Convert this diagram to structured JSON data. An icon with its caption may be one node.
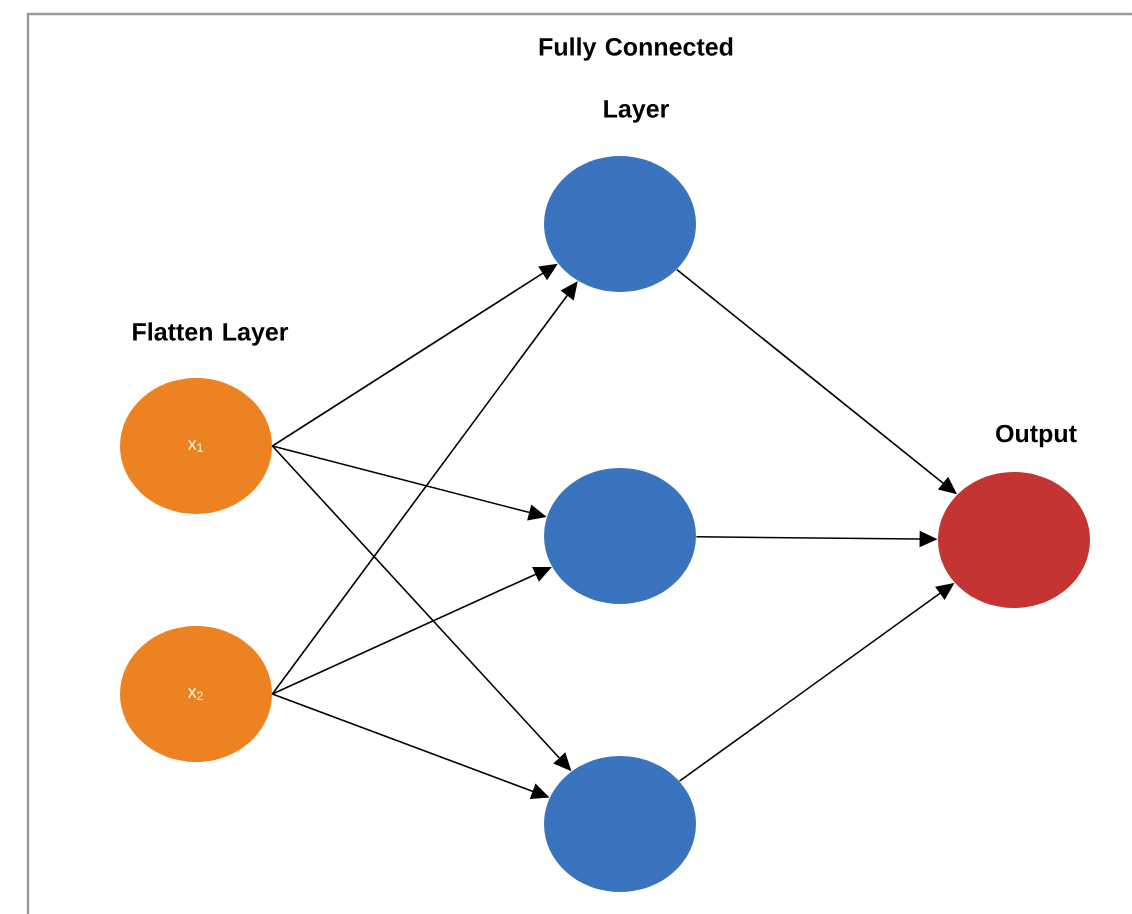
{
  "diagram": {
    "nodes": [
      {
        "text": [
          "x$_{1}$"
        ]
      },
      {
        "text": [
          "x$_{2}$"
        ]
      },
      {
        "text": [],
        "shape": "circle"
      },
      {
        "text": [],
        "shape": "circle"
      },
      {
        "text": [],
        "shape": "circle"
      },
      {
        "text": [],
        "shape": "circle"
      }
    ],
    "edges": [
      {
        "from": 0,
        "to": 2,
        "arrow": "to"
      },
      {
        "from": 0,
        "to": 3,
        "arrow": "to"
      },
      {
        "from": 0,
        "to": 4,
        "arrow": "to"
      },
      {
        "from": 1,
        "to": 2,
        "arrow": "to"
      },
      {
        "from": 1,
        "to": 3,
        "arrow": "to"
      },
      {
        "from": 1,
        "to": 4,
        "arrow": "to"
      },
      {
        "from": 2,
        "to": 5,
        "arrow": "to"
      },
      {
        "from": 3,
        "to": 5,
        "arrow": "to"
      },
      {
        "from": 4,
        "to": 5,
        "arrow": "to"
      }
    ],
    "labels": [
      "Fully Connected Layer",
      "Flatten Layer",
      "Output"
    ]
  }
}
